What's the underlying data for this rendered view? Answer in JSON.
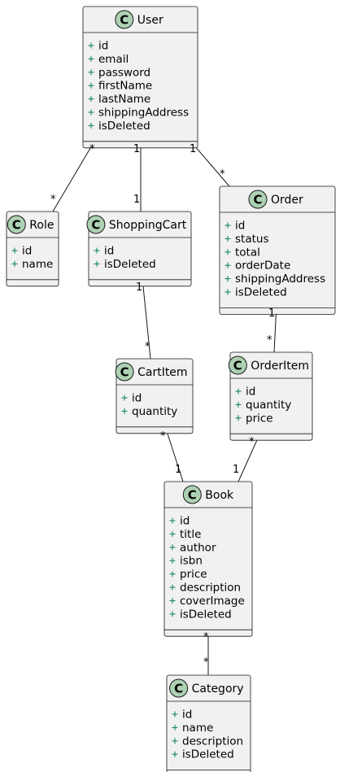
{
  "diagram": {
    "type": "uml-class-diagram",
    "colors": {
      "box_fill": "#f1f1f1",
      "border": "#181818",
      "class_badge": "#add1b2",
      "visibility_marker": "#038048"
    },
    "badge_letter": "C",
    "visibility_symbol": "+",
    "classes": [
      {
        "id": "user",
        "name": "User",
        "attributes": [
          "id",
          "email",
          "password",
          "firstName",
          "lastName",
          "shippingAddress",
          "isDeleted"
        ]
      },
      {
        "id": "role",
        "name": "Role",
        "attributes": [
          "id",
          "name"
        ]
      },
      {
        "id": "shoppingcart",
        "name": "ShoppingCart",
        "attributes": [
          "id",
          "isDeleted"
        ]
      },
      {
        "id": "order",
        "name": "Order",
        "attributes": [
          "id",
          "status",
          "total",
          "orderDate",
          "shippingAddress",
          "isDeleted"
        ]
      },
      {
        "id": "cartitem",
        "name": "CartItem",
        "attributes": [
          "id",
          "quantity"
        ]
      },
      {
        "id": "orderitem",
        "name": "OrderItem",
        "attributes": [
          "id",
          "quantity",
          "price"
        ]
      },
      {
        "id": "book",
        "name": "Book",
        "attributes": [
          "id",
          "title",
          "author",
          "isbn",
          "price",
          "description",
          "coverImage",
          "isDeleted"
        ]
      },
      {
        "id": "category",
        "name": "Category",
        "attributes": [
          "id",
          "name",
          "description",
          "isDeleted"
        ]
      }
    ],
    "associations": [
      {
        "from": "user",
        "to": "role",
        "from_mult": "*",
        "to_mult": "*"
      },
      {
        "from": "user",
        "to": "shoppingcart",
        "from_mult": "1",
        "to_mult": "1"
      },
      {
        "from": "user",
        "to": "order",
        "from_mult": "1",
        "to_mult": "*"
      },
      {
        "from": "shoppingcart",
        "to": "cartitem",
        "from_mult": "1",
        "to_mult": "*"
      },
      {
        "from": "order",
        "to": "orderitem",
        "from_mult": "1",
        "to_mult": "*"
      },
      {
        "from": "cartitem",
        "to": "book",
        "from_mult": "*",
        "to_mult": "1"
      },
      {
        "from": "orderitem",
        "to": "book",
        "from_mult": "*",
        "to_mult": "1"
      },
      {
        "from": "book",
        "to": "category",
        "from_mult": "*",
        "to_mult": "*"
      }
    ]
  }
}
